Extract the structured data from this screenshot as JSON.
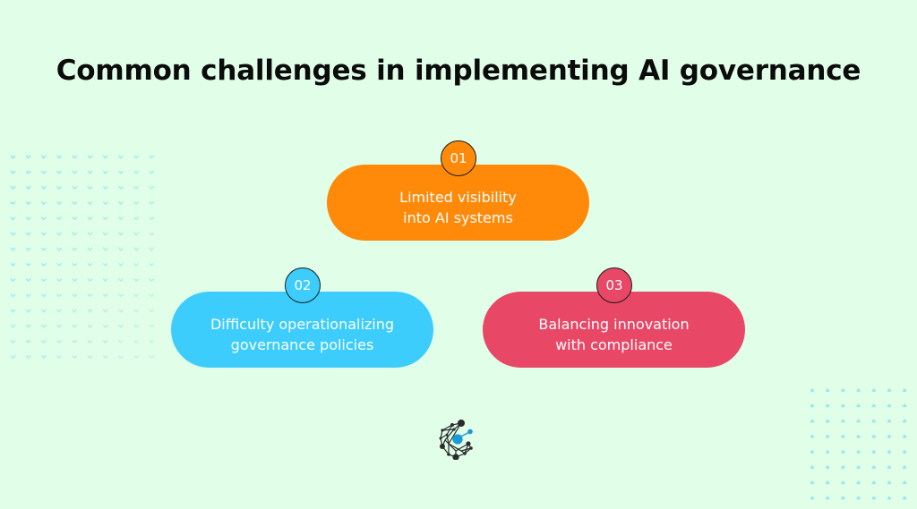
{
  "title": "Common challenges in implementing AI governance",
  "colors": {
    "background": "#e0fee8",
    "title": "#0b0b0b",
    "dots": "#7fe0f0",
    "logo_dark": "#2b2b2b",
    "logo_accent": "#1a9ad6"
  },
  "challenges": [
    {
      "number": "01",
      "label": "Limited visibility\ninto AI systems",
      "color": "#ff8a0a"
    },
    {
      "number": "02",
      "label": "Difficulty operationalizing\ngovernance policies",
      "color": "#3ccdfc"
    },
    {
      "number": "03",
      "label": "Balancing innovation\nwith compliance",
      "color": "#e84766"
    }
  ],
  "logo": {
    "icon": "network-c-logo-icon"
  }
}
